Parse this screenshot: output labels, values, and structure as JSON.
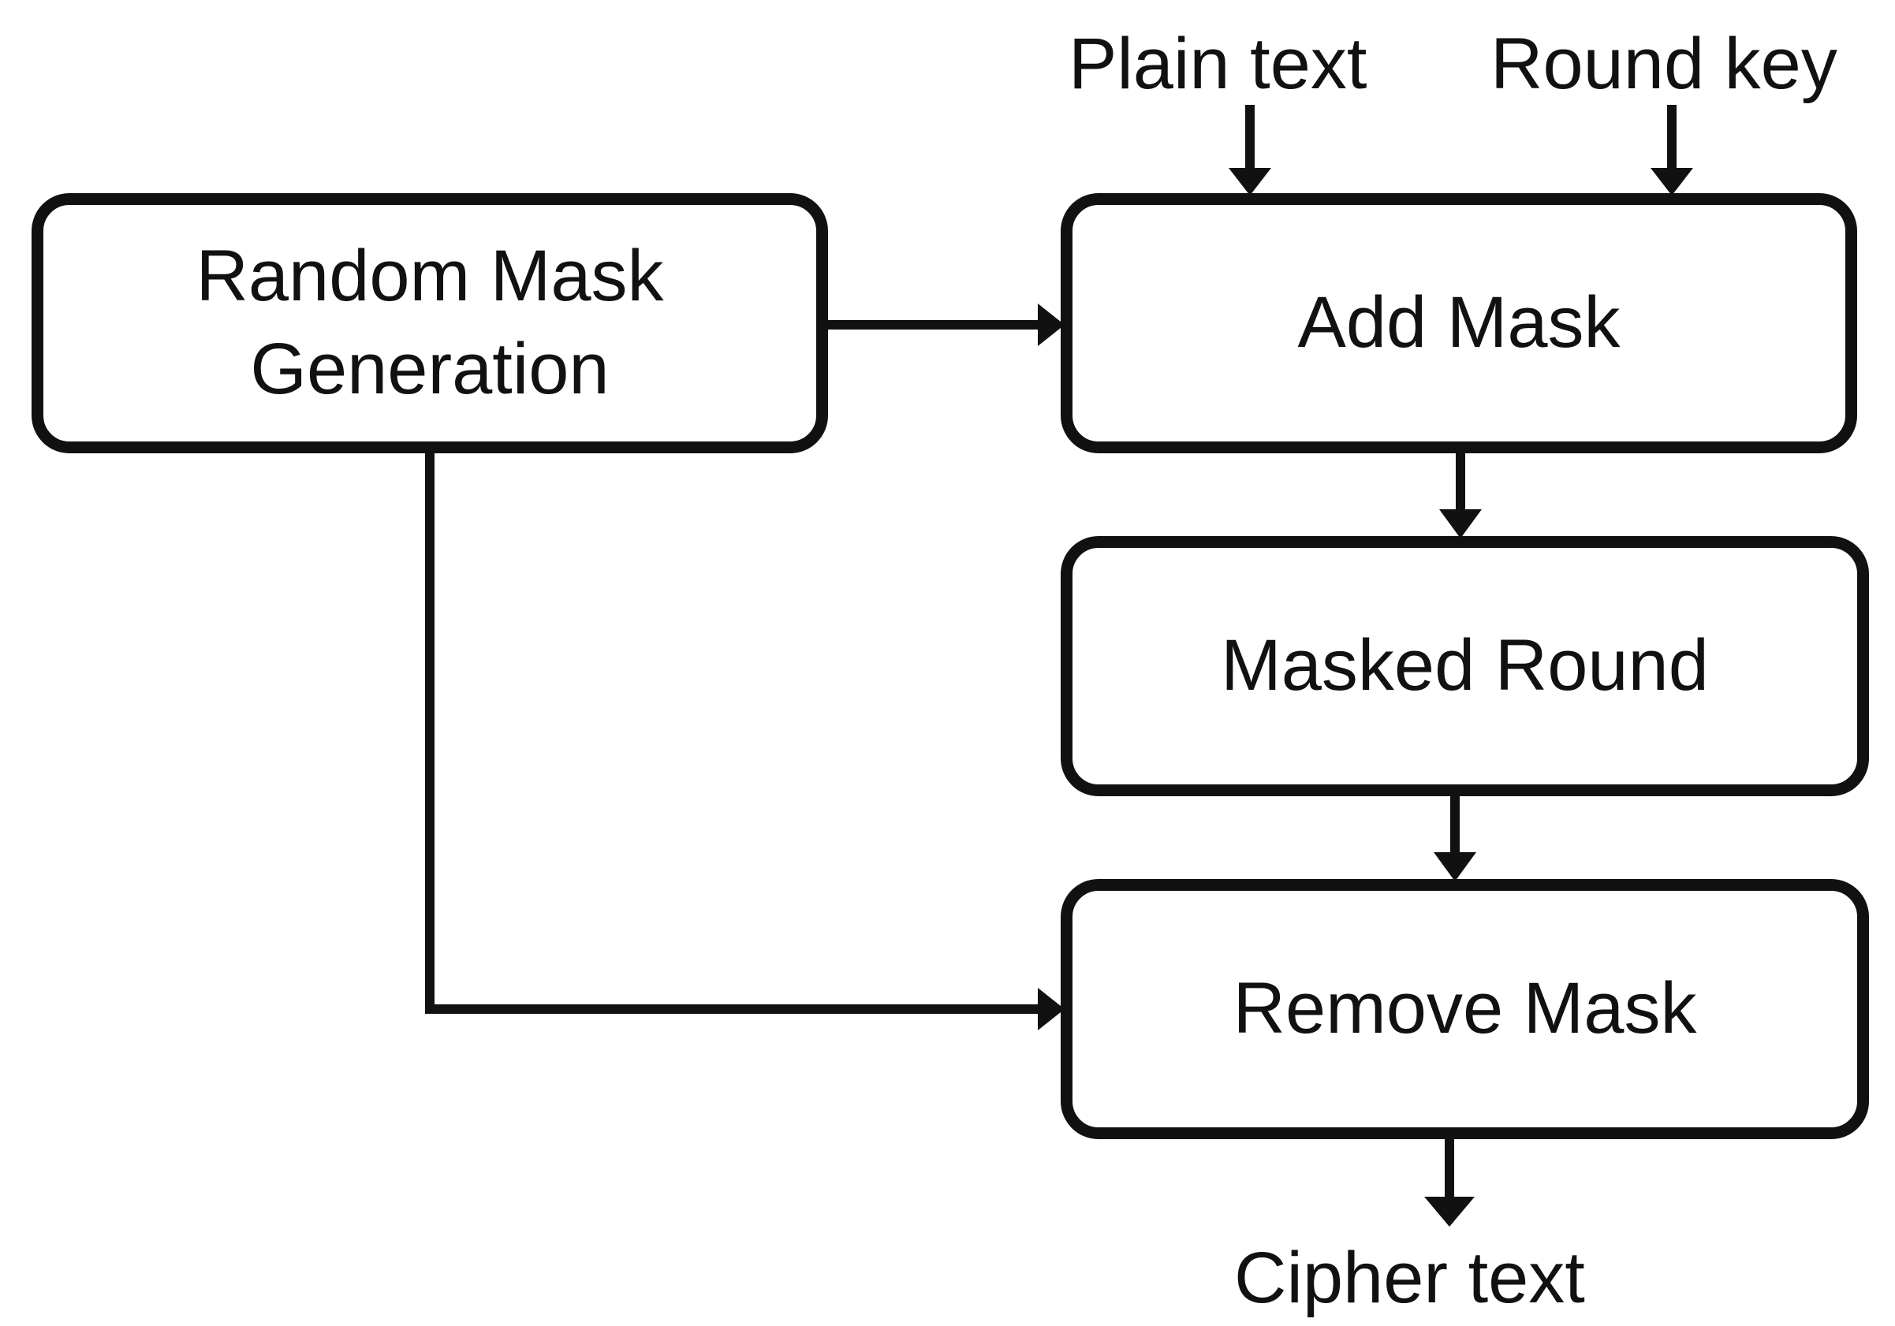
{
  "diagram": {
    "inputs": {
      "plain_text": "Plain text",
      "round_key": "Round key"
    },
    "nodes": {
      "random_mask": "Random Mask\nGeneration",
      "add_mask": "Add Mask",
      "masked_round": "Masked Round",
      "remove_mask": "Remove Mask"
    },
    "output": {
      "cipher_text": "Cipher text"
    },
    "edges": [
      {
        "from": "Plain text",
        "to": "Add Mask"
      },
      {
        "from": "Round key",
        "to": "Add Mask"
      },
      {
        "from": "Random Mask Generation",
        "to": "Add Mask"
      },
      {
        "from": "Random Mask Generation",
        "to": "Remove Mask"
      },
      {
        "from": "Add Mask",
        "to": "Masked Round"
      },
      {
        "from": "Masked Round",
        "to": "Remove Mask"
      },
      {
        "from": "Remove Mask",
        "to": "Cipher text"
      }
    ],
    "colors": {
      "stroke": "#111111",
      "background": "#ffffff"
    }
  }
}
